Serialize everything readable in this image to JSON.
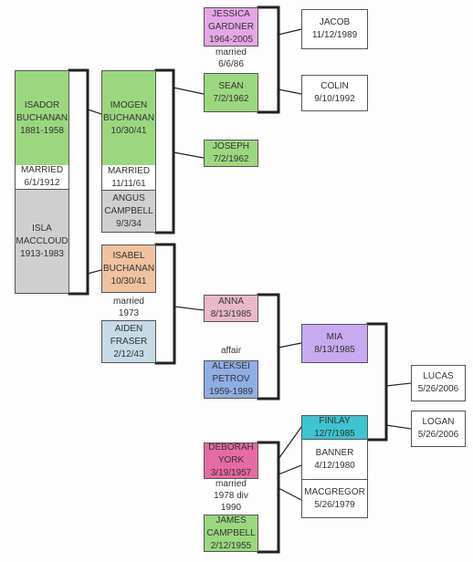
{
  "colors": {
    "green": "#9bd77f",
    "grey": "#cfcfcf",
    "pink": "#e6a6e6",
    "peach": "#f0c29f",
    "lightblue": "#c6dbe6",
    "rose": "#e8b9c8",
    "purple": "#c7aaf0",
    "blue": "#8faee3",
    "teal": "#3cc5cf",
    "magenta": "#e66aa3",
    "white": "#ffffff"
  },
  "people": {
    "jessica": [
      "JESSICA",
      "GARDNER",
      "1964-2005"
    ],
    "jacob": [
      "JACOB",
      "11/12/1989"
    ],
    "sean": [
      "SEAN",
      "7/2/1962"
    ],
    "colin": [
      "COLIN",
      "9/10/1992"
    ],
    "isador": [
      "ISADOR",
      "BUCHANAN",
      "1881-1958"
    ],
    "isla": [
      "ISLA",
      "MACCLOUD",
      "1913-1983"
    ],
    "imogen": [
      "IMOGEN",
      "BUCHANAN",
      "10/30/41"
    ],
    "angus": [
      "ANGUS",
      "CAMPBELL",
      "9/3/34"
    ],
    "joseph": [
      "JOSEPH",
      "7/2/1962"
    ],
    "isabel": [
      "ISABEL",
      "BUCHANAN",
      "10/30/41"
    ],
    "aiden": [
      "AIDEN",
      "FRASER",
      "2/12/43"
    ],
    "anna": [
      "ANNA",
      "8/13/1985"
    ],
    "aleksei": [
      "ALEKSEI",
      "PETROV",
      "1959-1989"
    ],
    "mia": [
      "MIA",
      "8/13/1985"
    ],
    "lucas": [
      "LUCAS",
      "5/26/2006"
    ],
    "logan": [
      "LOGAN",
      "5/26/2006"
    ],
    "finlay": [
      "FINLAY",
      "12/7/1985"
    ],
    "deborah": [
      "DEBORAH",
      "YORK",
      "3/19/1957"
    ],
    "banner": [
      "BANNER",
      "4/12/1980"
    ],
    "macgregor": [
      "MACGREGOR",
      "5/26/1979"
    ],
    "james": [
      "JAMES",
      "CAMPBELL",
      "2/12/1955"
    ]
  },
  "labels": {
    "jessica_married": [
      "married",
      "6/6/86"
    ],
    "isador_married": [
      "married",
      "6/1/1912"
    ],
    "imogen_married": [
      "married",
      "11/11/61"
    ],
    "isabel_married": [
      "married",
      "1973"
    ],
    "affair": [
      "affair"
    ],
    "deborah_married": [
      "married",
      "1978 div",
      "1990"
    ]
  }
}
